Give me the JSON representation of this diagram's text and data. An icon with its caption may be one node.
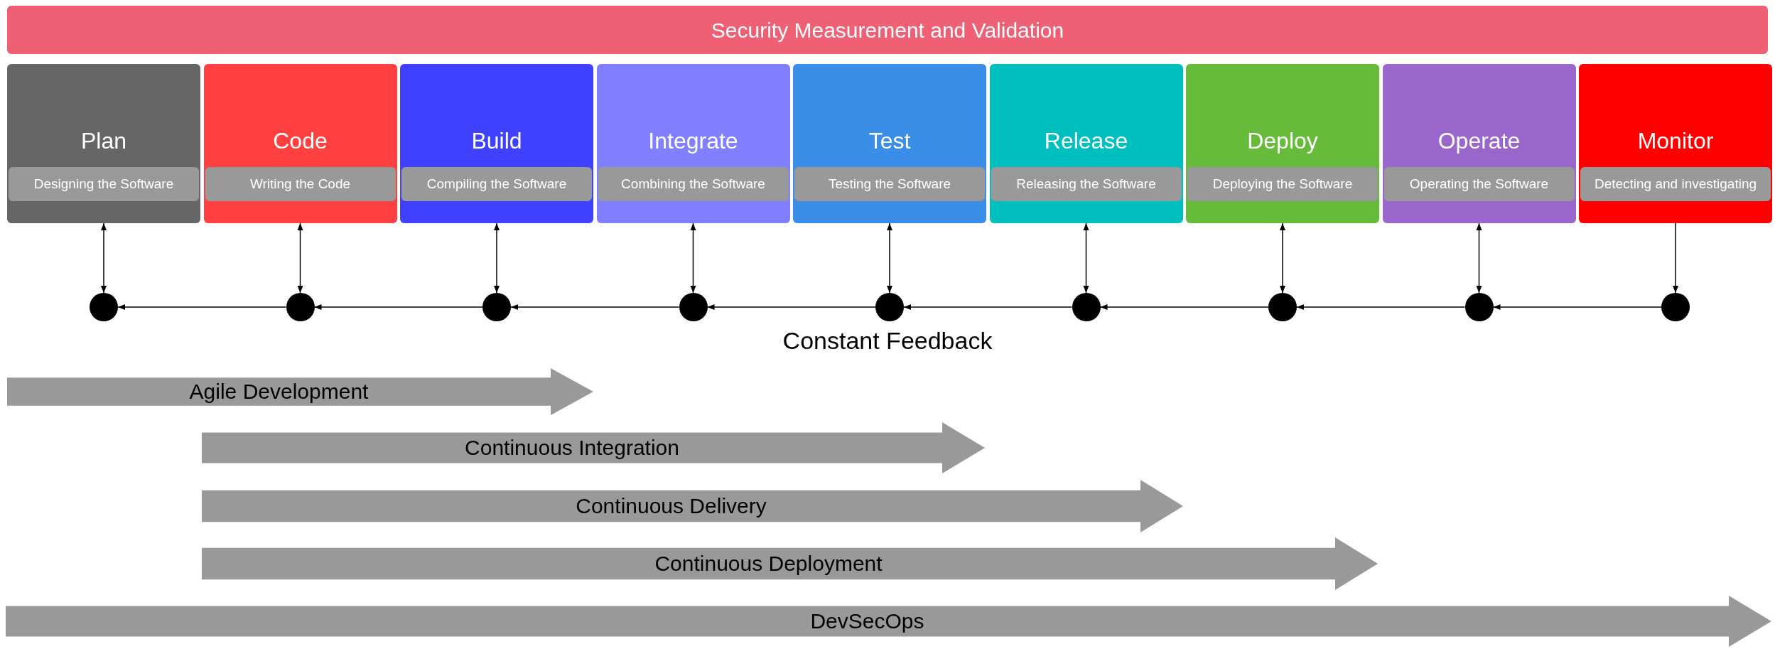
{
  "diagram": {
    "nodes": [
      {
        "text": [
          "Security Measurement and Validation"
        ]
      },
      {
        "text": [
          "Plan"
        ]
      },
      {
        "text": [
          "Designing the Software"
        ],
        "in": 1
      },
      {
        "text": [
          "Code"
        ]
      },
      {
        "text": [
          "Writing the Code"
        ],
        "in": 3
      },
      {
        "text": [
          "Build"
        ]
      },
      {
        "text": [
          "Compiling the Software"
        ],
        "in": 5
      },
      {
        "text": [
          "Integrate"
        ]
      },
      {
        "text": [
          "Combining the Software"
        ],
        "in": 7
      },
      {
        "text": [
          "Test"
        ]
      },
      {
        "text": [
          "Testing the Software"
        ],
        "in": 9
      },
      {
        "text": [
          "Release"
        ]
      },
      {
        "text": [
          "Releasing the Software"
        ],
        "in": 11
      },
      {
        "text": [
          "Deploy"
        ]
      },
      {
        "text": [
          "Deploying the Software"
        ],
        "in": 13
      },
      {
        "text": [
          "Operate"
        ]
      },
      {
        "text": [
          "Operating the Software"
        ],
        "in": 15
      },
      {
        "text": [
          "Monitor"
        ]
      },
      {
        "text": [
          "Detecting and investigating"
        ],
        "in": 17
      },
      {
        "text": [],
        "shape": "circle"
      },
      {
        "text": [],
        "shape": "circle"
      },
      {
        "text": [],
        "shape": "circle"
      },
      {
        "text": [],
        "shape": "circle"
      },
      {
        "text": [],
        "shape": "circle"
      },
      {
        "text": [],
        "shape": "circle"
      },
      {
        "text": [],
        "shape": "circle"
      },
      {
        "text": [],
        "shape": "circle"
      },
      {
        "text": [],
        "shape": "circle"
      },
      {
        "text": [
          "Agile Development"
        ]
      },
      {
        "text": [
          "Continuous Integration"
        ]
      },
      {
        "text": [
          "Continuous Delivery"
        ]
      },
      {
        "text": [
          "Continuous Deployment"
        ]
      },
      {
        "text": [
          "DevSecOps"
        ]
      }
    ],
    "edges": [
      {
        "from": 1,
        "to": 19,
        "arrow": "both"
      },
      {
        "from": 3,
        "to": 20,
        "arrow": "both"
      },
      {
        "from": 5,
        "to": 21,
        "arrow": "both"
      },
      {
        "from": 7,
        "to": 22,
        "arrow": "both"
      },
      {
        "from": 9,
        "to": 23,
        "arrow": "both"
      },
      {
        "from": 11,
        "to": 24,
        "arrow": "both"
      },
      {
        "from": 13,
        "to": 25,
        "arrow": "both"
      },
      {
        "from": 15,
        "to": 26,
        "arrow": "both"
      },
      {
        "from": 17,
        "to": 27,
        "arrow": "to"
      },
      {
        "from": 20,
        "to": 19,
        "arrow": "to"
      },
      {
        "from": 21,
        "to": 20,
        "arrow": "to"
      },
      {
        "from": 22,
        "to": 21,
        "arrow": "to"
      },
      {
        "from": 23,
        "to": 22,
        "arrow": "to"
      },
      {
        "from": 24,
        "to": 23,
        "arrow": "to"
      },
      {
        "from": 25,
        "to": 24,
        "arrow": "to"
      },
      {
        "from": 26,
        "to": 25,
        "arrow": "to"
      },
      {
        "from": 27,
        "to": 26,
        "arrow": "to"
      }
    ],
    "labels": [
      "Constant Feedback"
    ]
  }
}
